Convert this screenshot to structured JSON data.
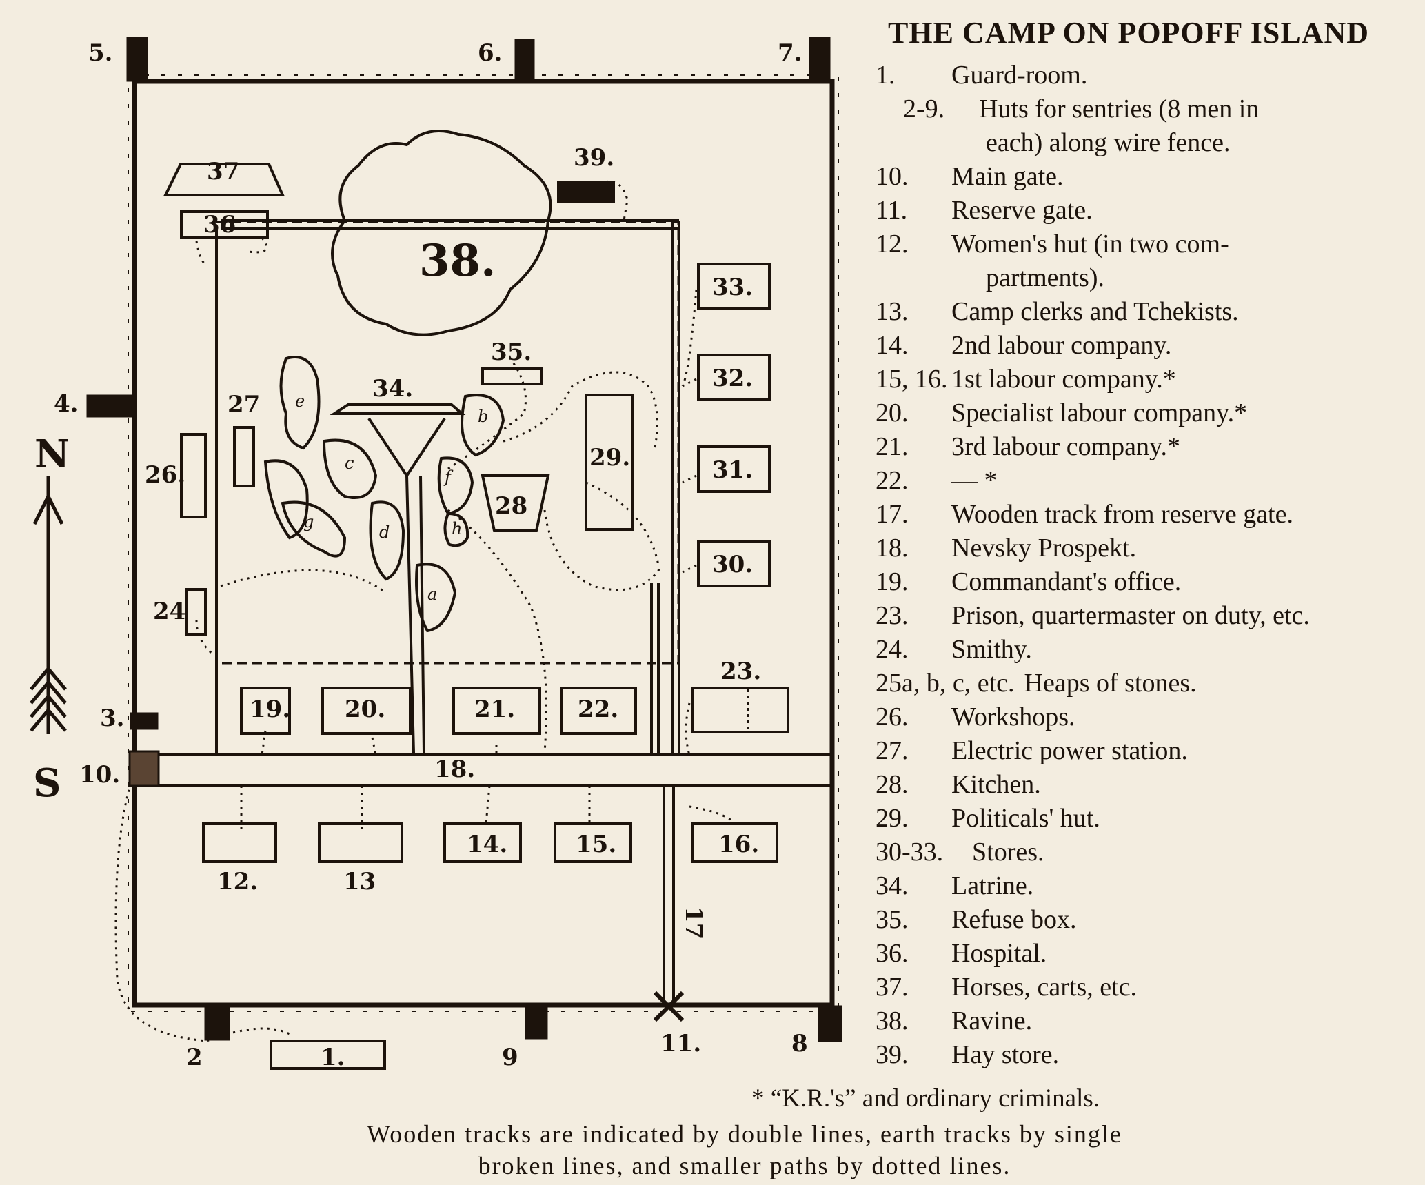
{
  "title": "THE CAMP ON POPOFF ISLAND",
  "legend": [
    {
      "num": "1.",
      "text": "Guard-room."
    },
    {
      "num": "2-9.",
      "text": "Huts for sentries (8 men in"
    },
    {
      "num": "",
      "text": "each) along wire fence."
    },
    {
      "num": "10.",
      "text": "Main gate."
    },
    {
      "num": "11.",
      "text": "Reserve gate."
    },
    {
      "num": "12.",
      "text": "Women's hut (in two com-"
    },
    {
      "num": "",
      "text": "partments)."
    },
    {
      "num": "13.",
      "text": "Camp clerks and Tchekists."
    },
    {
      "num": "14.",
      "text": "2nd labour company."
    },
    {
      "num": "15, 16.",
      "text": "1st labour company.*"
    },
    {
      "num": "20.",
      "text": "Specialist labour company.*"
    },
    {
      "num": "21.",
      "text": "3rd labour company.*"
    },
    {
      "num": "22.",
      "text": "— *"
    },
    {
      "num": "17.",
      "text": "Wooden track from reserve gate."
    },
    {
      "num": "18.",
      "text": "Nevsky Prospekt."
    },
    {
      "num": "19.",
      "text": "Commandant's office."
    },
    {
      "num": "23.",
      "text": "Prison, quartermaster on duty, etc."
    },
    {
      "num": "24.",
      "text": "Smithy."
    },
    {
      "num": "25a, b, c, etc.",
      "text": "Heaps of stones."
    },
    {
      "num": "26.",
      "text": "Workshops."
    },
    {
      "num": "27.",
      "text": "Electric power station."
    },
    {
      "num": "28.",
      "text": "Kitchen."
    },
    {
      "num": "29.",
      "text": "Politicals' hut."
    },
    {
      "num": "30-33.",
      "text": "Stores."
    },
    {
      "num": "34.",
      "text": "Latrine."
    },
    {
      "num": "35.",
      "text": "Refuse box."
    },
    {
      "num": "36.",
      "text": "Hospital."
    },
    {
      "num": "37.",
      "text": "Horses, carts, etc."
    },
    {
      "num": "38.",
      "text": "Ravine."
    },
    {
      "num": "39.",
      "text": "Hay store."
    }
  ],
  "footnote": "* “K.R.'s” and ordinary criminals.",
  "caption_line1": "Wooden tracks are indicated by double lines, earth tracks by single",
  "caption_line2": "broken lines, and smaller paths by dotted lines.",
  "compass": {
    "north": "N",
    "south": "S"
  },
  "map_labels": {
    "l1": "1.",
    "l2": "2",
    "l3": "3.",
    "l4": "4.",
    "l5": "5.",
    "l6": "6.",
    "l7": "7.",
    "l8": "8",
    "l9": "9",
    "l10": "10.",
    "l11": "11.",
    "l12": "12.",
    "l13": "13",
    "l14": "14.",
    "l15": "15.",
    "l16": "16.",
    "l17": "17",
    "l18": "18.",
    "l19": "19.",
    "l20": "20.",
    "l21": "21.",
    "l22": "22.",
    "l23": "23.",
    "l24": "24",
    "l26": "26.",
    "l27": "27",
    "l28": "28",
    "l29": "29.",
    "l30": "30.",
    "l31": "31.",
    "l32": "32.",
    "l33": "33.",
    "l34": "34.",
    "l35": "35.",
    "l36": "36",
    "l37": "37",
    "l38": "38.",
    "l39": "39.",
    "ha": "a",
    "hb": "b",
    "hc": "c",
    "hd": "d",
    "he": "e",
    "hf": "f",
    "hg": "g",
    "hh": "h"
  }
}
